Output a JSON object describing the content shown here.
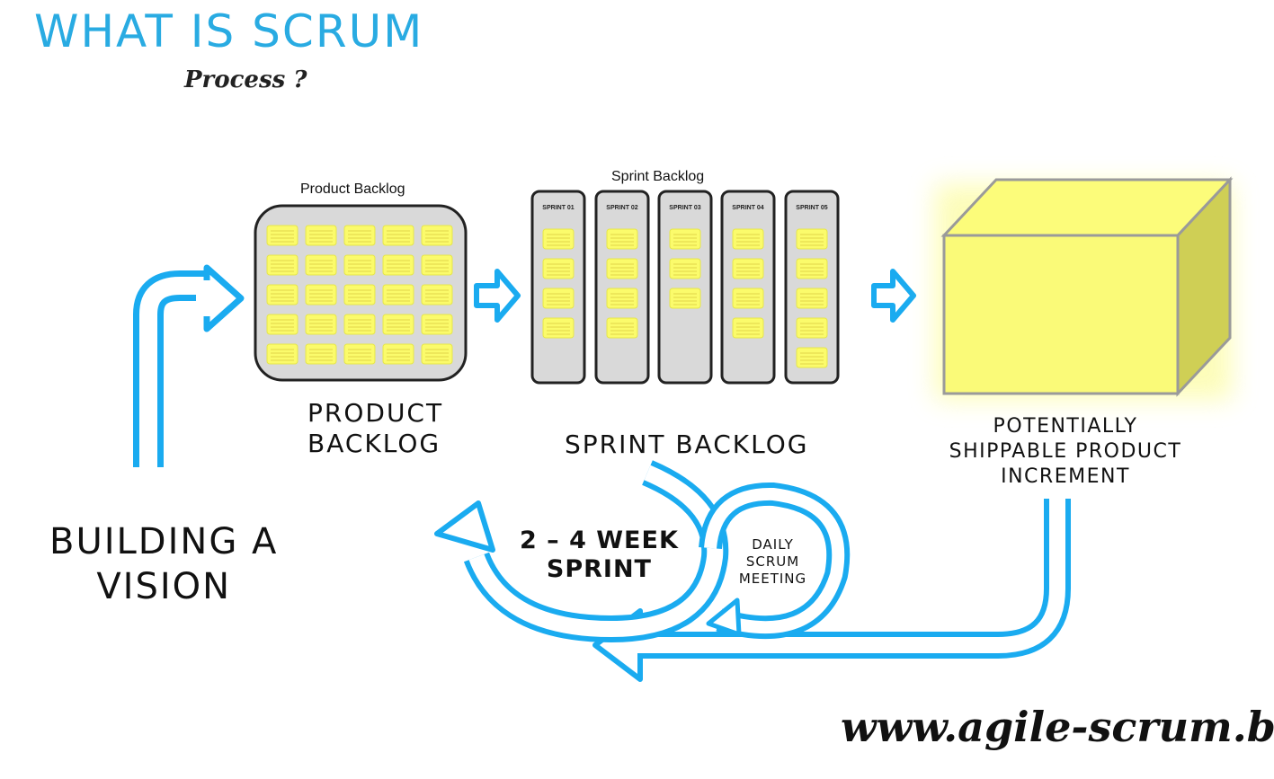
{
  "header": {
    "title": "WHAT IS SCRUM",
    "subtitle": "Process ?"
  },
  "product_backlog": {
    "caption_small": "Product Backlog",
    "caption_big_line1": "PRODUCT",
    "caption_big_line2": "BACKLOG"
  },
  "sprint_backlog": {
    "caption_small": "Sprint Backlog",
    "caption_big": "SPRINT BACKLOG",
    "columns": [
      {
        "label": "SPRINT 01",
        "cards": 4
      },
      {
        "label": "SPRINT 02",
        "cards": 4
      },
      {
        "label": "SPRINT 03",
        "cards": 3
      },
      {
        "label": "SPRINT 04",
        "cards": 4
      },
      {
        "label": "SPRINT 05",
        "cards": 5
      }
    ]
  },
  "increment": {
    "line1": "POTENTIALLY",
    "line2": "SHIPPABLE PRODUCT",
    "line3": "INCREMENT"
  },
  "vision": {
    "line1": "BUILDING A",
    "line2": "VISION"
  },
  "sprint_cycle": {
    "line1": "2 – 4 WEEK",
    "line2": "SPRINT"
  },
  "daily_scrum": {
    "line1": "DAILY",
    "line2": "SCRUM",
    "line3": "MEETING"
  },
  "footer": {
    "website": "www.agile-scrum.be"
  },
  "colors": {
    "accent_blue": "#29abe2",
    "arrow_blue": "#1aabf0",
    "sticky_yellow": "#fbfb6b",
    "panel_gray": "#d9d9d9",
    "cube_front": "#fafa78",
    "cube_side": "#cece52"
  }
}
